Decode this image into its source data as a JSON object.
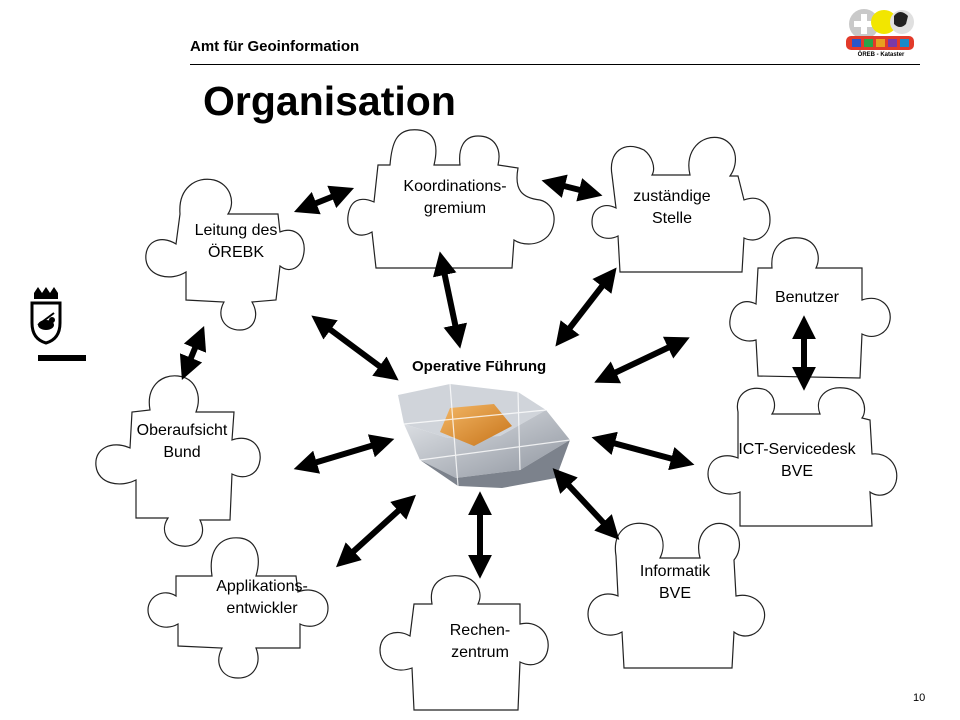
{
  "header": {
    "org": "Amt für Geoinformation"
  },
  "title": "Organisation",
  "page_number": "10",
  "logo": {
    "icon": "oereb-kataster-logo",
    "caption": "ÖREB - Kataster"
  },
  "canton_emblem": {
    "icon": "bern-bear-crest-icon"
  },
  "center": {
    "label": "Operative Führung",
    "icon": "puzzle-cluster-icon"
  },
  "pieces": {
    "leitung": "Leitung des\nÖREBK",
    "koordination": "Koordinations-\ngremium",
    "zustaendig": "zuständige\nStelle",
    "benutzer": "Benutzer",
    "oberaufsicht": "Oberaufsicht\nBund",
    "ict": "ICT-Servicedesk\nBVE",
    "applikation": "Applikations-\nentwickler",
    "rechen": "Rechen-\nzentrum",
    "informatik": "Informatik\nBVE"
  },
  "colors": {
    "accent_piece": "#d9892b",
    "grey_piece": "#b8bcc4",
    "line": "#000000"
  }
}
